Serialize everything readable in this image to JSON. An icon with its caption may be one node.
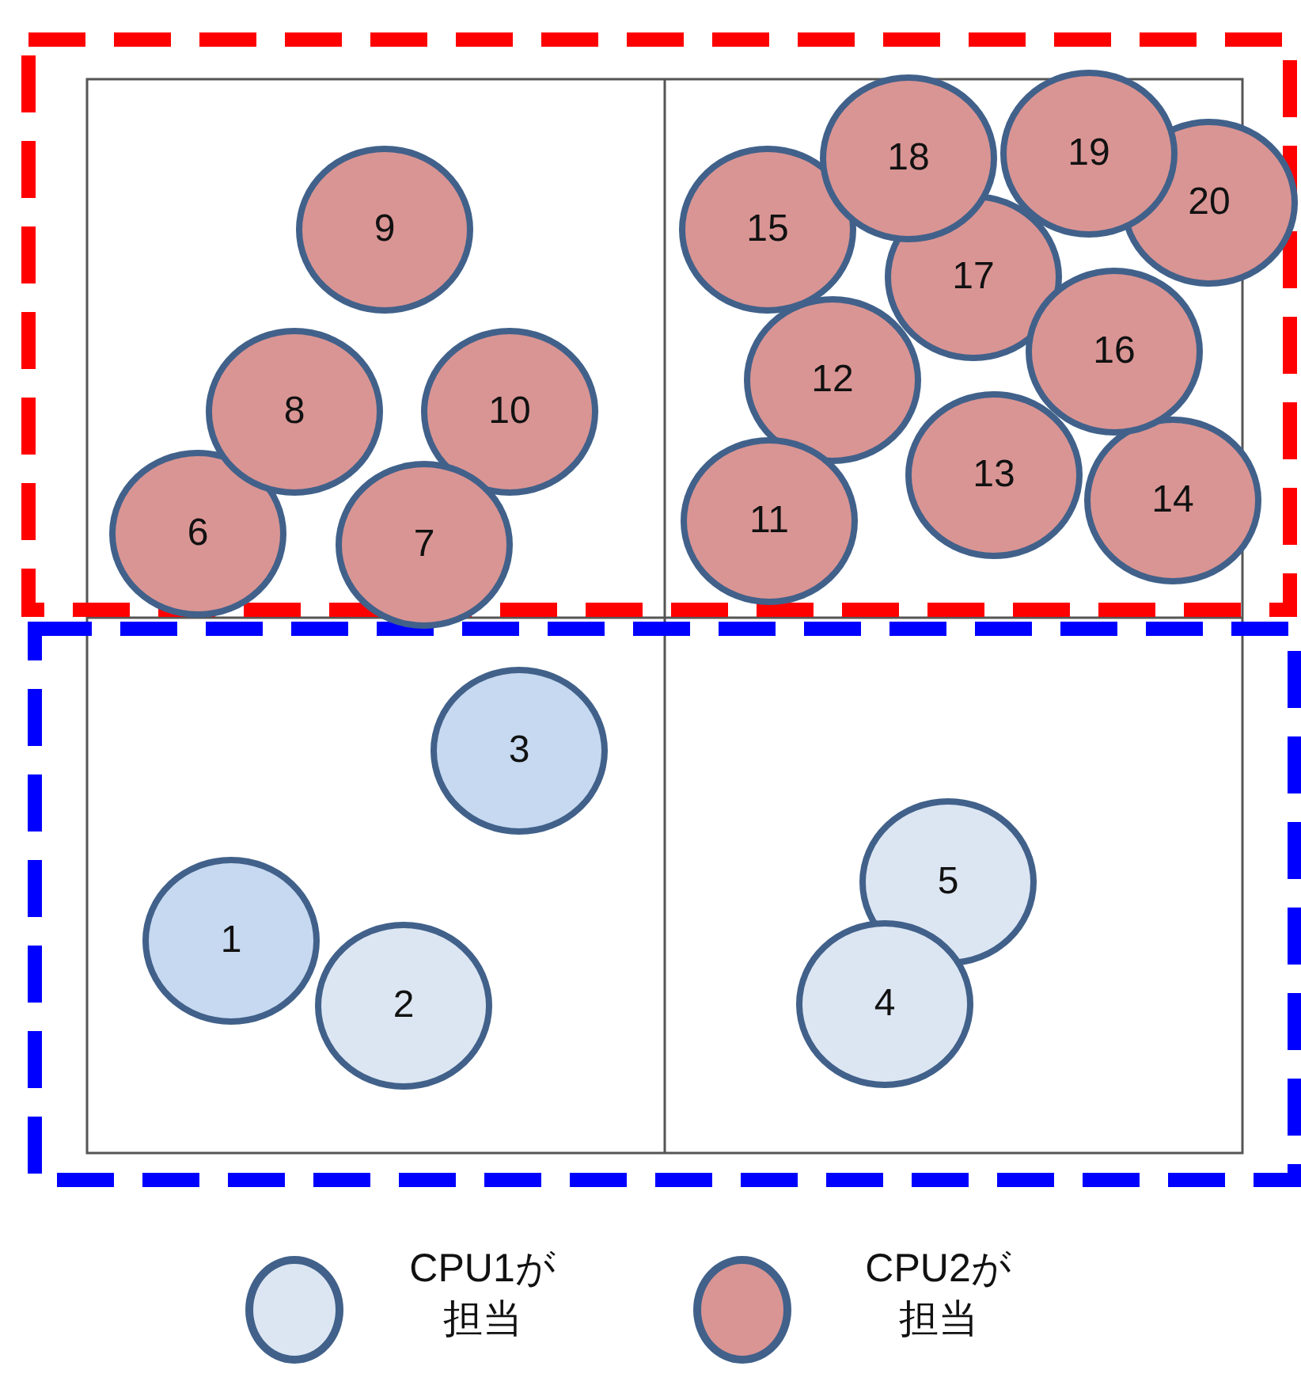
{
  "diagram": {
    "nodes": [
      {
        "text": [
          "1"
        ]
      },
      {
        "text": [
          "2"
        ]
      },
      {
        "text": [
          "3"
        ]
      },
      {
        "text": [
          "4"
        ]
      },
      {
        "text": [
          "5"
        ]
      },
      {
        "text": [
          "6"
        ]
      },
      {
        "text": [
          "7"
        ]
      },
      {
        "text": [
          "8"
        ]
      },
      {
        "text": [
          "9"
        ]
      },
      {
        "text": [
          "10"
        ]
      },
      {
        "text": [
          "11"
        ]
      },
      {
        "text": [
          "12"
        ]
      },
      {
        "text": [
          "13"
        ]
      },
      {
        "text": [
          "14"
        ]
      },
      {
        "text": [
          "15"
        ]
      },
      {
        "text": [
          "16"
        ]
      },
      {
        "text": [
          "17"
        ]
      },
      {
        "text": [
          "18"
        ]
      },
      {
        "text": [
          "19"
        ]
      },
      {
        "text": [
          "20"
        ]
      }
    ],
    "legend": [
      {
        "text": "CPU1が担当",
        "color": "#dce6f2"
      },
      {
        "text": "CPU2が担当",
        "color": "#d99594"
      }
    ]
  }
}
